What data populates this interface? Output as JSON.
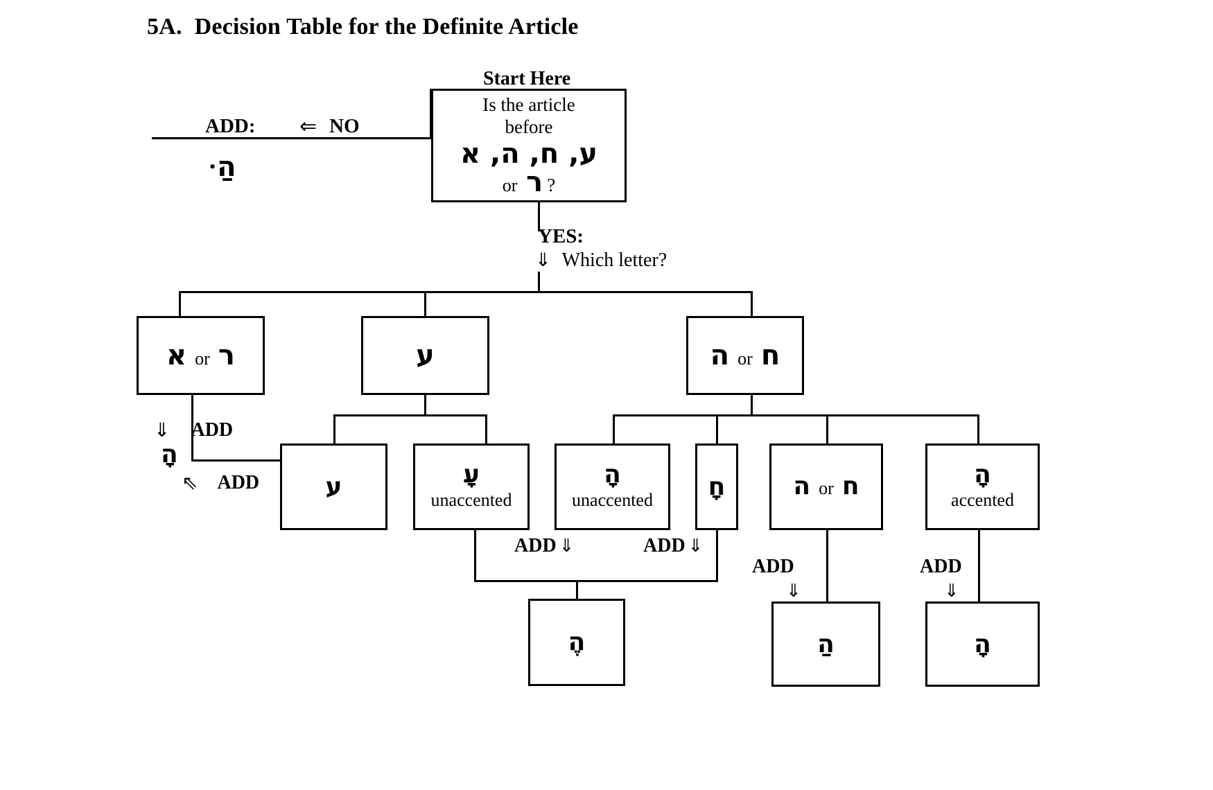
{
  "title": {
    "number": "5A.",
    "text": "Decision Table for the Definite Article"
  },
  "start": {
    "label": "Start Here",
    "line1": "Is the article",
    "line2": "before",
    "letters": "ע, ח, ה, א",
    "line4_or": "or",
    "line4_letter": "ר",
    "line4_q": "?"
  },
  "no_branch": {
    "add_label": "ADD:",
    "arrow": "left-arrow-icon",
    "arrow_glyph": "⇐",
    "no_label": "NO",
    "result_bullet": "•",
    "result_letter": "הַ"
  },
  "yes_branch": {
    "label": "YES:",
    "arrow_glyph": "⇓",
    "question": "Which letter?"
  },
  "level1": {
    "box_alef_resh": {
      "letter_a": "א",
      "or": "or",
      "letter_b": "ר"
    },
    "box_ayin": {
      "letter": "ע"
    },
    "box_he_chet": {
      "letter_a": "ה",
      "or": "or",
      "letter_b": "ח"
    }
  },
  "alef_resh_branch": {
    "add_arrow_glyph": "⇓",
    "add_label": "ADD",
    "result_letter": "הָ",
    "add2_arrow_glyph": "⇖",
    "add2_label": "ADD"
  },
  "ayin_branch": {
    "box_plain": {
      "letter": "ע"
    },
    "box_qamets": {
      "letter": "עָ",
      "note": "unaccented"
    }
  },
  "he_chet_branch": {
    "box_he_qamets_unaccented": {
      "letter": "הָ",
      "note": "unaccented"
    },
    "box_he_qamets_small": {
      "letter": "חָ"
    },
    "box_he_or_chet": {
      "letter_a": "ה",
      "or": "or",
      "letter_b": "ח"
    },
    "box_he_accented": {
      "letter": "הָ",
      "note": "accented"
    }
  },
  "results": {
    "add_unaccented_1": {
      "label": "ADD",
      "arrow_glyph": "⇓"
    },
    "add_unaccented_2": {
      "label": "ADD",
      "arrow_glyph": "⇓"
    },
    "box_he_segol": {
      "letter": "הֶ"
    },
    "add_he_chet": {
      "label": "ADD",
      "arrow_glyph": "⇓"
    },
    "box_ha_patach": {
      "letter": "הַ"
    },
    "add_accented": {
      "label": "ADD",
      "arrow_glyph": "⇓"
    },
    "box_ha_qamets": {
      "letter": "הָ"
    }
  },
  "colors": {
    "ink": "#000000",
    "paper": "#ffffff"
  }
}
